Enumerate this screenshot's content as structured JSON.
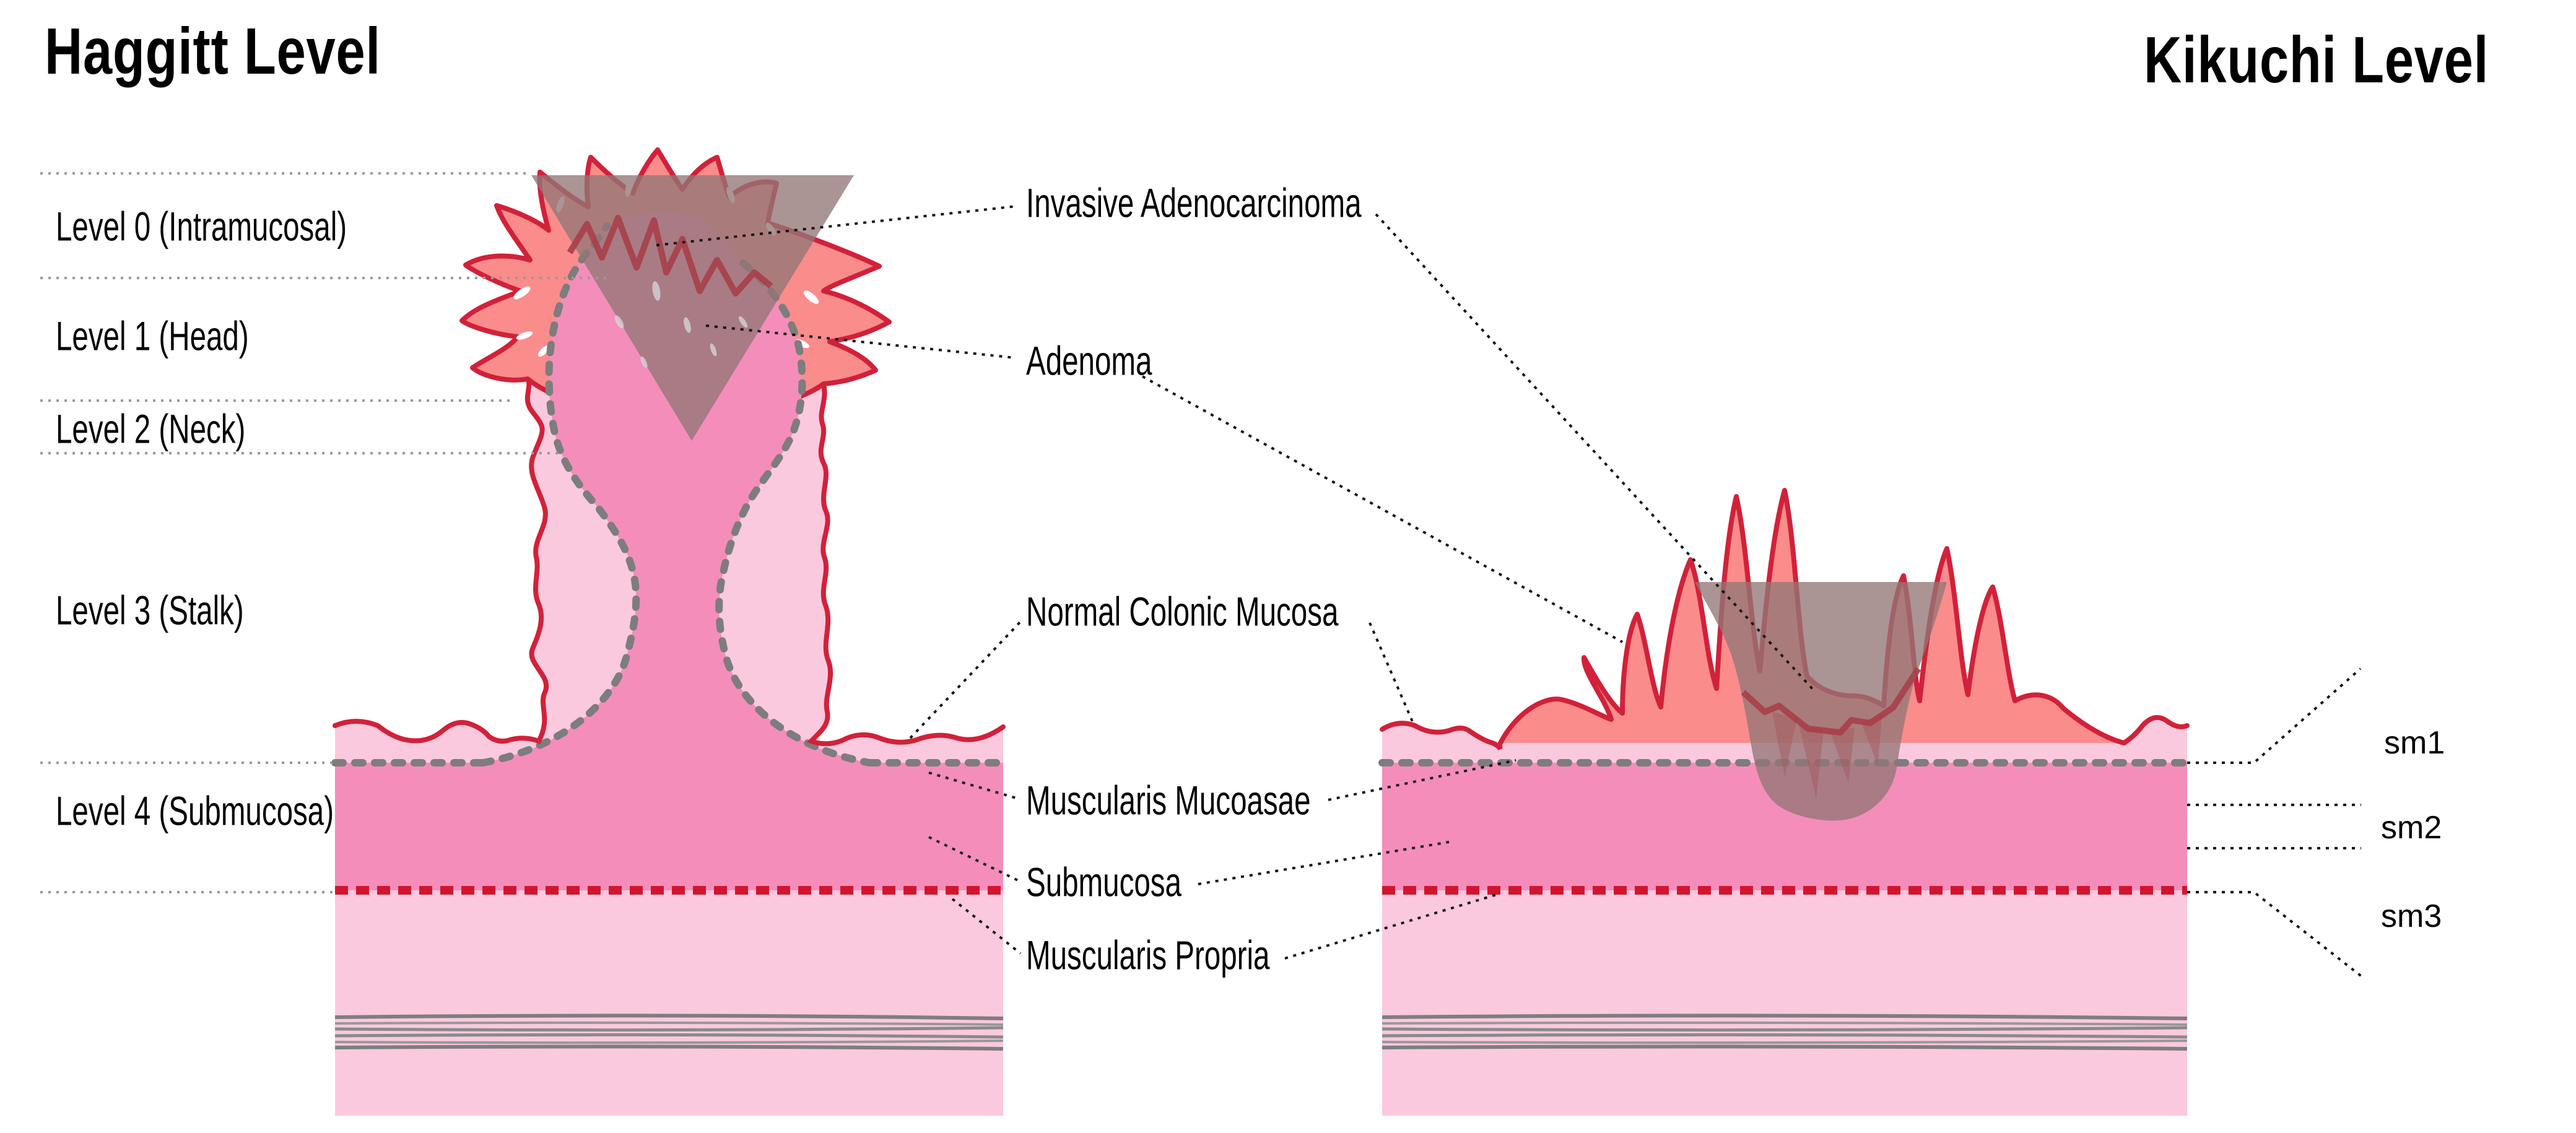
{
  "left_panel": {
    "title": "Haggitt Level",
    "levels": [
      {
        "label": "Level 0 (Intramucosal)"
      },
      {
        "label": "Level 1 (Head)"
      },
      {
        "label": "Level 2 (Neck)"
      },
      {
        "label": "Level 3 (Stalk)"
      },
      {
        "label": "Level 4 (Submucosa)"
      }
    ]
  },
  "right_panel": {
    "title": "Kikuchi Level",
    "sm_levels": [
      {
        "label": "sm1"
      },
      {
        "label": "sm2"
      },
      {
        "label": "sm3"
      }
    ]
  },
  "center_labels": {
    "invasive_adenocarcinoma": "Invasive Adenocarcinoma",
    "adenoma": "Adenoma",
    "normal_colonic_mucosa": "Normal Colonic Mucosa",
    "muscularis_mucosae": "Muscularis Mucoasae",
    "submucosa": "Submucosa",
    "muscularis_propria": "Muscularis Propria"
  },
  "colors": {
    "crimson_outline": "#D2213A",
    "salmon_adenoma": "#FA8C8C",
    "mucosa_pink": "#FBC9DE",
    "submucosa_pink": "#F48DBA",
    "carcinoma_overlay": "#937676",
    "tumor_boundary_red": "#A8404A",
    "muscularis_mucosae_gray": "#7D7D7D",
    "muscularis_propria_red": "#D2152E",
    "leader_black": "#141414",
    "separator_gray": "#9A9A9A",
    "stripe_gray": "#8A8A8A",
    "text_black": "#000000"
  }
}
